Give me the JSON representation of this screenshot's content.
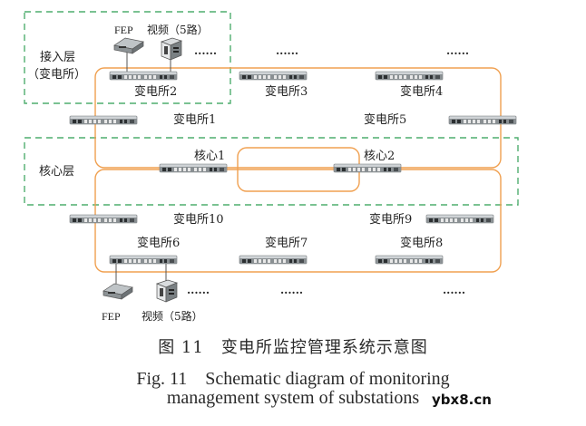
{
  "layers": {
    "access": "接入层",
    "access_sub": "（变电所）",
    "core": "核心层"
  },
  "nodes": {
    "fep": "FEP",
    "video": "视频（5路）",
    "ellipsis": "......",
    "sub1": "变电所1",
    "sub2": "变电所2",
    "sub3": "变电所3",
    "sub4": "变电所4",
    "sub5": "变电所5",
    "sub6": "变电所6",
    "sub7": "变电所7",
    "sub8": "变电所8",
    "sub9": "变电所9",
    "sub10": "变电所10",
    "core1": "核心1",
    "core2": "核心2"
  },
  "caption": {
    "cn": "图 11　变电所监控管理系统示意图",
    "en_line1": "Fig. 11　Schematic diagram of monitoring",
    "en_line2": "management system of substations"
  },
  "watermark": "ybx8.cn",
  "colors": {
    "ring": "#f0a050",
    "dashed": "#4fae6f",
    "switch_body": "#7f8588",
    "switch_top": "#cfd3d6"
  }
}
